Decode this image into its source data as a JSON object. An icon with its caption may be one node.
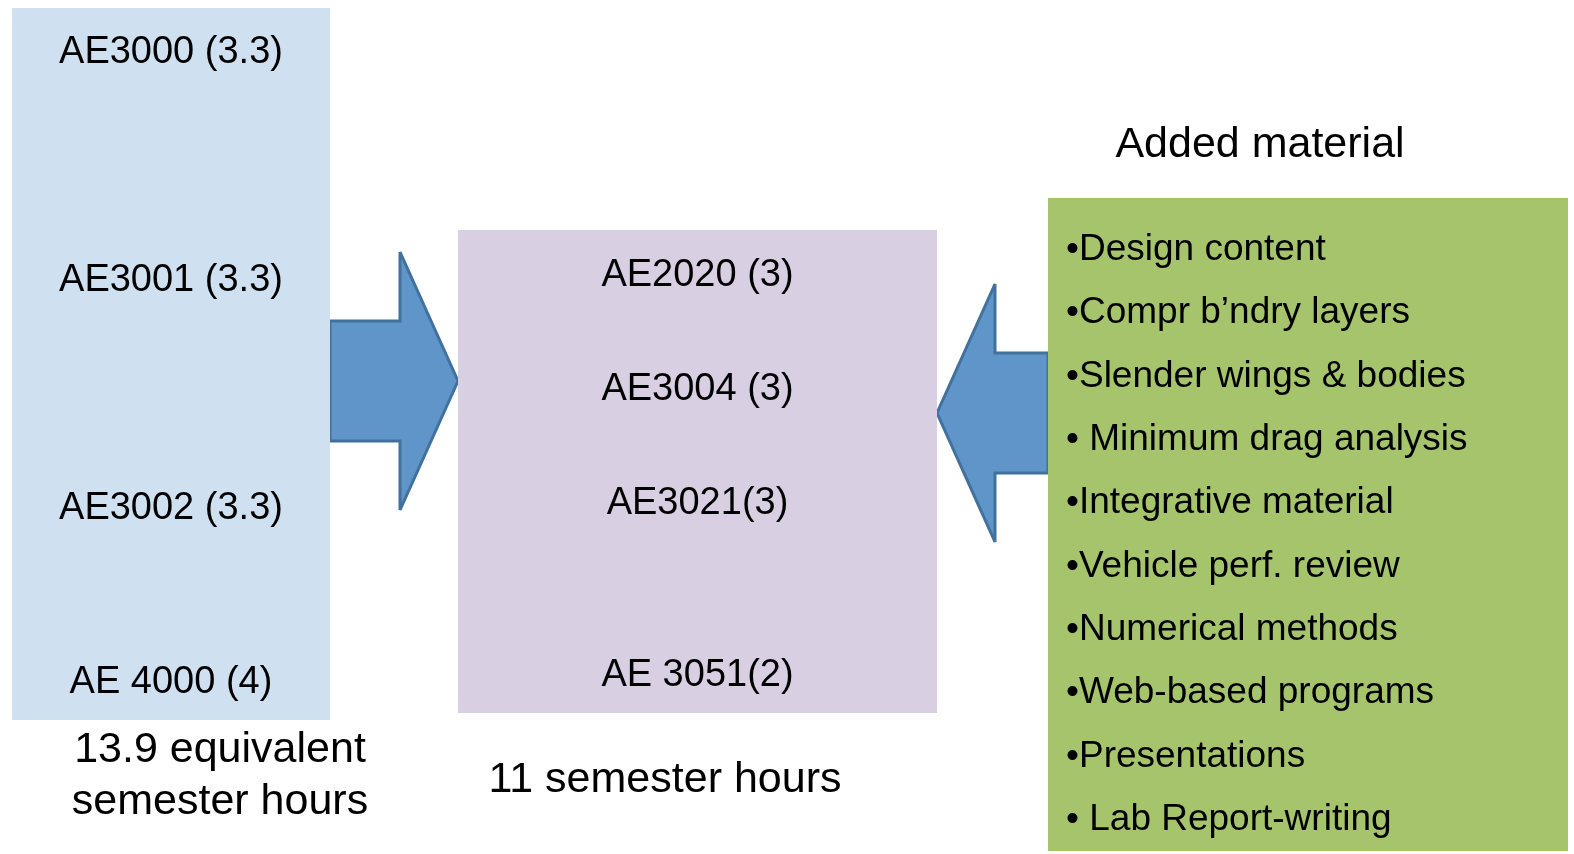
{
  "diagram": {
    "nodes": [
      {
        "text": [
          "AE3000 (3.3)",
          "AE3001 (3.3)",
          "AE3002 (3.3)",
          "AE 4000 (4)"
        ],
        "beside": [
          "13.9 equivalent semester hours"
        ]
      },
      {
        "text": [
          "AE2020 (3)",
          "AE3004 (3)",
          "AE3021(3)",
          "AE 3051(2)"
        ],
        "beside": [
          "11 semester hours"
        ]
      },
      {
        "text": [
          "Added material",
          "•Design content",
          "•Compr b’ndry layers",
          "•Slender wings & bodies",
          "• Minimum drag analysis",
          "•Integrative material",
          "•Vehicle perf. review",
          "•Numerical methods",
          "•Web-based programs",
          "•Presentations",
          "• Lab Report-writing"
        ]
      }
    ],
    "edges": [
      {
        "from": 0,
        "to": 1,
        "arrow": "to"
      },
      {
        "from": 2,
        "to": 1,
        "arrow": "to"
      }
    ]
  }
}
